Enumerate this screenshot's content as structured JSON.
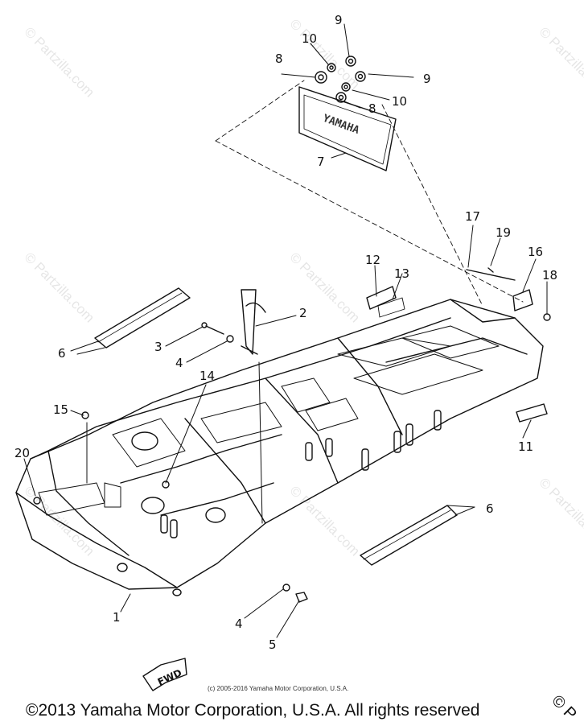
{
  "callouts": [
    "1",
    "2",
    "3",
    "4",
    "4",
    "5",
    "6",
    "6",
    "7",
    "8",
    "8",
    "9",
    "9",
    "10",
    "10",
    "11",
    "12",
    "13",
    "14",
    "15",
    "16",
    "17",
    "18",
    "19",
    "20"
  ],
  "fwd_label": "FWD",
  "plate_text": "YAMAHA",
  "small_credit": "(c) 2005-2016 Yamaha Motor Corporation, U.S.A.",
  "copyright": "©2013 Yamaha Motor Corporation, U.S.A. All rights reserved",
  "watermark": "© Partzilla.com",
  "corner_mark": "© P"
}
